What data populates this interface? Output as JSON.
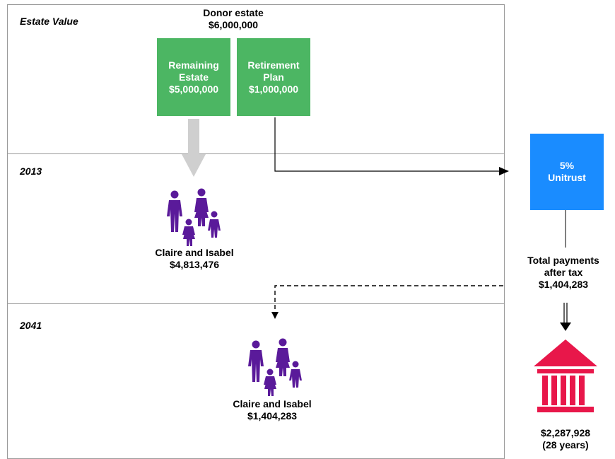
{
  "sections": {
    "estate_value": "Estate Value",
    "year_2013": "2013",
    "year_2041": "2041"
  },
  "donor": {
    "line1": "Donor estate",
    "line2": "$6,000,000"
  },
  "remaining_estate": {
    "line1": "Remaining",
    "line2": "Estate",
    "line3": "$5,000,000"
  },
  "retirement_plan": {
    "line1": "Retirement",
    "line2": "Plan",
    "line3": "$1,000,000"
  },
  "unitrust": {
    "line1": "5%",
    "line2": "Unitrust"
  },
  "heirs_2013": {
    "line1": "Claire and Isabel",
    "line2": "$4,813,476"
  },
  "heirs_2041": {
    "line1": "Claire and Isabel",
    "line2": "$1,404,283"
  },
  "payments": {
    "line1": "Total payments",
    "line2": "after tax",
    "line3": "$1,404,283"
  },
  "charity": {
    "line1": "$2,287,928",
    "line2": "(28 years)"
  },
  "colors": {
    "green_box": "#4cb663",
    "blue_box": "#1a8cff",
    "people_purple": "#5a1a9a",
    "institution_red": "#e8174a",
    "gray_arrow": "#cfcfcf"
  },
  "icons": {
    "family": "family-icon",
    "institution": "institution-icon"
  }
}
